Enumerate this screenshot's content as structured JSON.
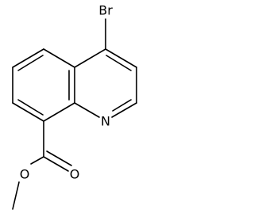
{
  "molecule": {
    "atoms": {
      "bromine": "Br",
      "ring_nitrogen": "N",
      "carbonyl_oxygen": "O",
      "ester_oxygen": "O"
    },
    "colors": {
      "ink": "#000000",
      "background": "#ffffff"
    }
  }
}
